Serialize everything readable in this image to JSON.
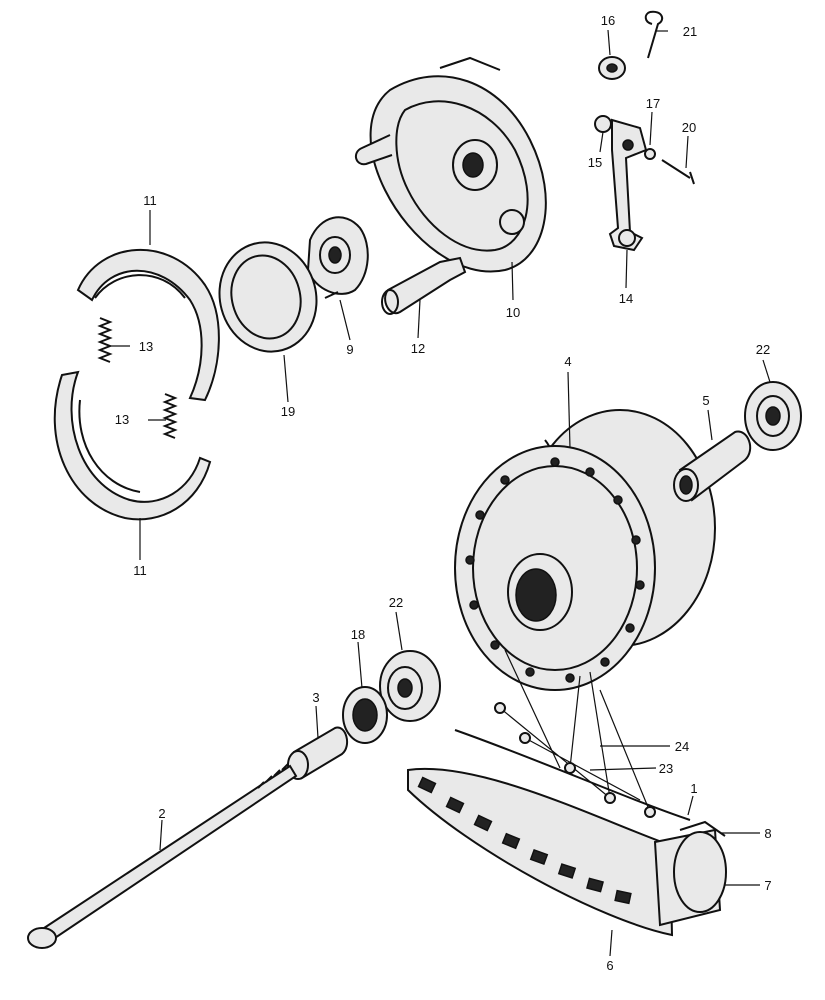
{
  "callouts": {
    "c1": "1",
    "c2": "2",
    "c3": "3",
    "c4": "4",
    "c5": "5",
    "c6": "6",
    "c7": "7",
    "c8": "8",
    "c9": "9",
    "c10": "10",
    "c11a": "11",
    "c11b": "11",
    "c12": "12",
    "c13a": "13",
    "c13b": "13",
    "c14": "14",
    "c15": "15",
    "c16": "16",
    "c17": "17",
    "c18": "18",
    "c19": "19",
    "c20": "20",
    "c21": "21",
    "c22a": "22",
    "c22b": "22",
    "c23": "23",
    "c24": "24"
  }
}
